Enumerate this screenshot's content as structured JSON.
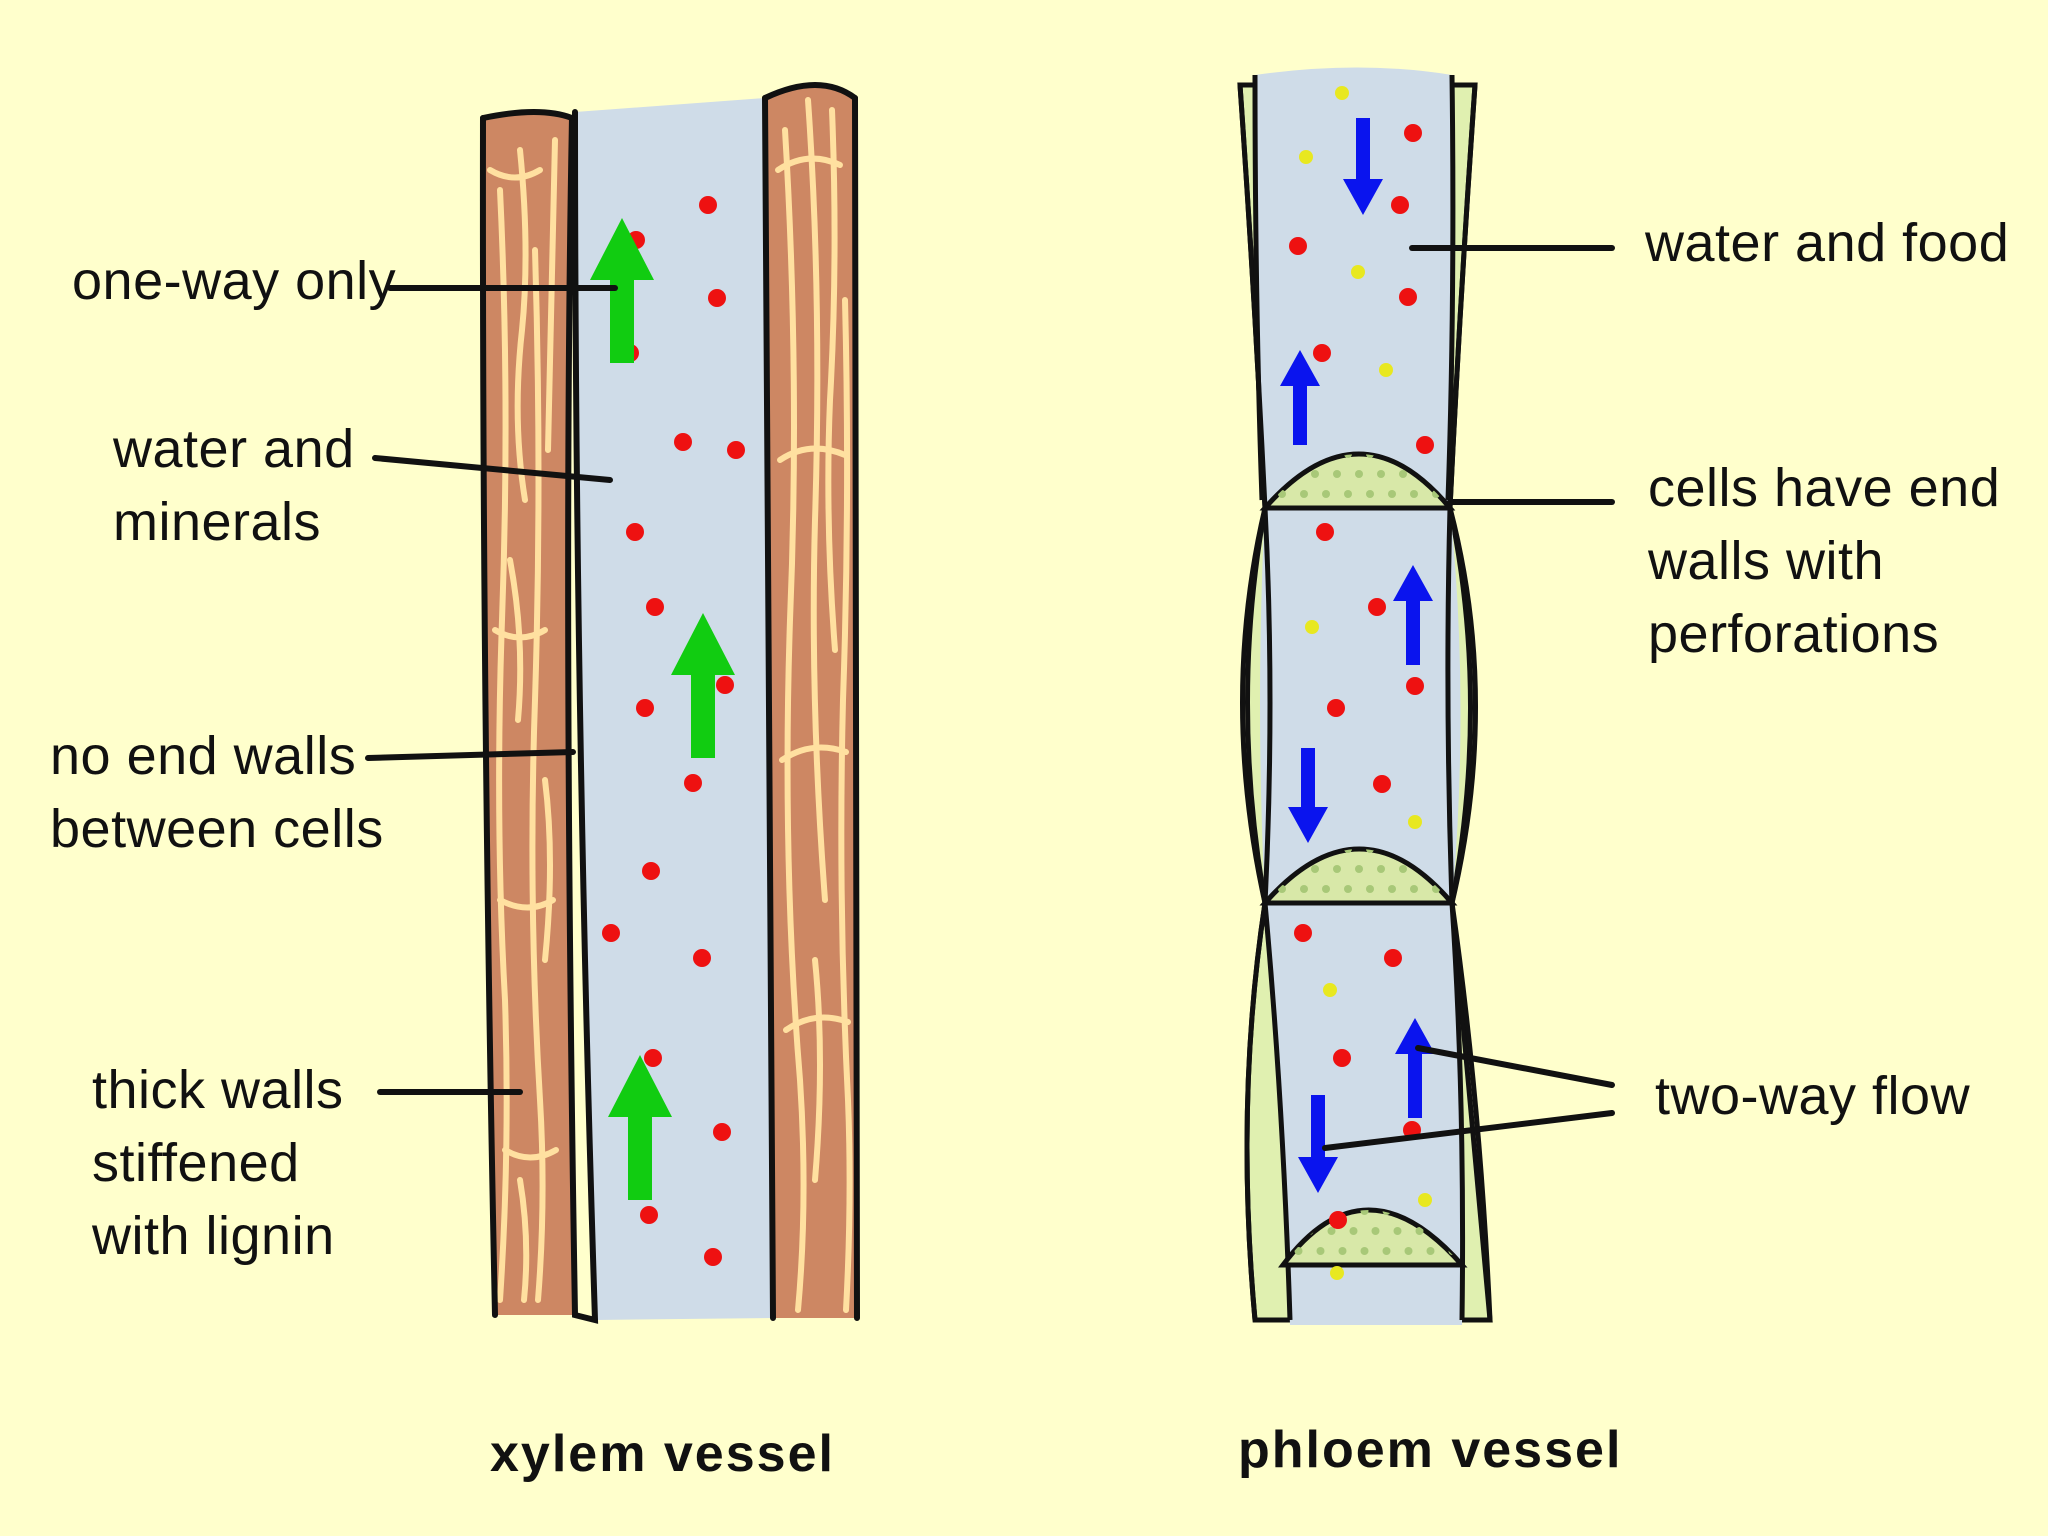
{
  "colors": {
    "background": "#ffffcc",
    "wood": "#cd8763",
    "wood_grain": "#ffe0a0",
    "lumen": "#cfdce8",
    "phloem_wall": "#e0f0b0",
    "sieve_plate": "#d8e8a8",
    "green_arrow": "#11cc11",
    "blue_arrow": "#0a14ee",
    "red_dot": "#ee1111",
    "yellow_dot": "#e8e820",
    "outline": "#111111"
  },
  "labels": {
    "one_way": "one-way only",
    "water_minerals": [
      "water and",
      "minerals"
    ],
    "no_end_walls": [
      "no end walls",
      "between cells"
    ],
    "thick_walls": [
      "thick walls",
      "stiffened",
      "with lignin"
    ],
    "water_food": "water and food",
    "end_walls": [
      "cells have end",
      "walls with",
      "perforations"
    ],
    "two_way": "two-way flow"
  },
  "captions": {
    "xylem": "xylem vessel",
    "phloem": "phloem vessel"
  }
}
